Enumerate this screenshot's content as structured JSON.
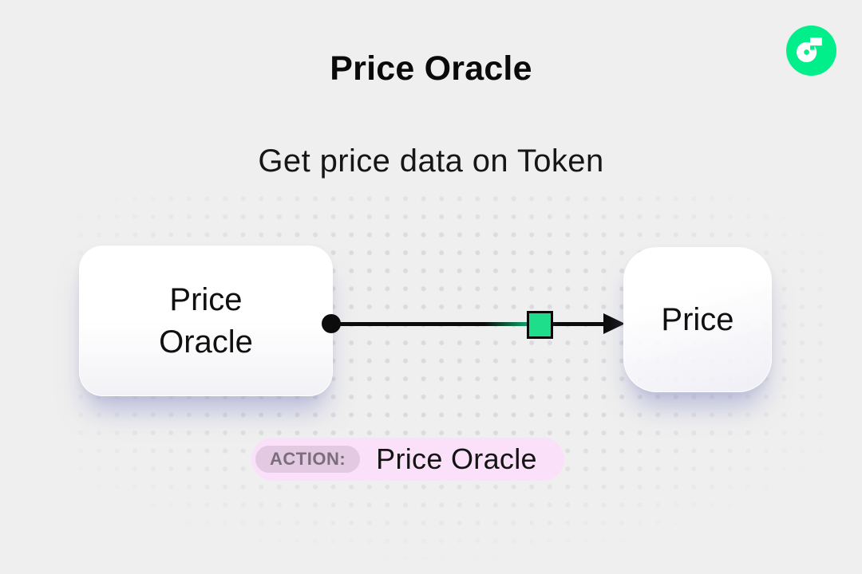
{
  "header": {
    "title": "Price Oracle",
    "subtitle": "Get price data on Token"
  },
  "logo": {
    "name": "Flow",
    "color": "#00EF8B"
  },
  "diagram": {
    "nodes": [
      {
        "id": "price-oracle",
        "label": "Price Oracle"
      },
      {
        "id": "price",
        "label": "Price"
      }
    ],
    "edge": {
      "from": "price-oracle",
      "to": "price",
      "marker_color": "#1FDE8B",
      "line_color": "#0c0c0c"
    }
  },
  "action_badge": {
    "label": "ACTION:",
    "value": "Price Oracle",
    "bg_color": "#FAE0F8",
    "label_bg_color": "#E3C9E1",
    "label_text_color": "#7B6E7C"
  },
  "colors": {
    "background": "#EFEFEF",
    "dot_grid": "#DBDBDE",
    "text": "#111111",
    "node_shadow": "#9296CA"
  }
}
